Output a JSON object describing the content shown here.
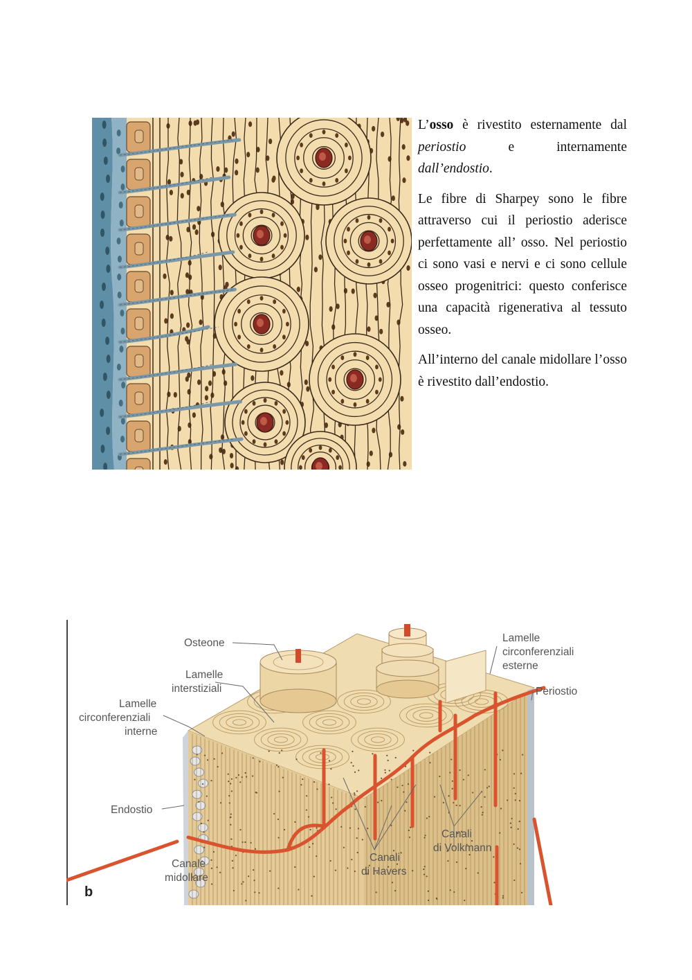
{
  "figure_top": {
    "alt": "Sezione di tessuto osseo compatto con periostio e osteoni"
  },
  "paragraphs": {
    "p1": {
      "a": "L’",
      "b": "osso",
      "c": " è rivestito esternamente dal ",
      "d": "periostio",
      "e": " e internamente ",
      "f": "dall’endostio",
      "g": "."
    },
    "p2": "Le fibre di Sharpey sono le fibre attraverso cui il periostio aderisce perfettamente all’ osso. Nel periostio ci sono vasi e nervi e ci sono cellule osseo progenitrici: questo conferisce una capacità rigenerativa al tessuto osseo.",
    "p3": "All’interno del canale midollare l’osso è rivestito dall’endostio."
  },
  "figure_bottom": {
    "panel_letter": "b",
    "labels": {
      "osteone": "Osteone",
      "lamelle_interstiziali_1": "Lamelle",
      "lamelle_interstiziali_2": "interstiziali",
      "lamelle_interne_1": "Lamelle",
      "lamelle_interne_2": "circonferenziali",
      "lamelle_interne_3": "interne",
      "endostio": "Endostio",
      "canale_midollare_1": "Canale",
      "canale_midollare_2": "midollare",
      "canali_havers_1": "Canali",
      "canali_havers_2": "di Havers",
      "canali_volkmann_1": "Canali",
      "canali_volkmann_2": "di Volkmann",
      "lamelle_esterne_1": "Lamelle",
      "lamelle_esterne_2": "circonferenziali",
      "lamelle_esterne_3": "esterne",
      "periostio": "Periostio"
    }
  },
  "colors": {
    "bone": "#f2d9a8",
    "periosteum": "#5f8fa6",
    "vessel": "#d9542e",
    "canal": "#8b2a22",
    "lamella_line": "#3a2a1a"
  }
}
